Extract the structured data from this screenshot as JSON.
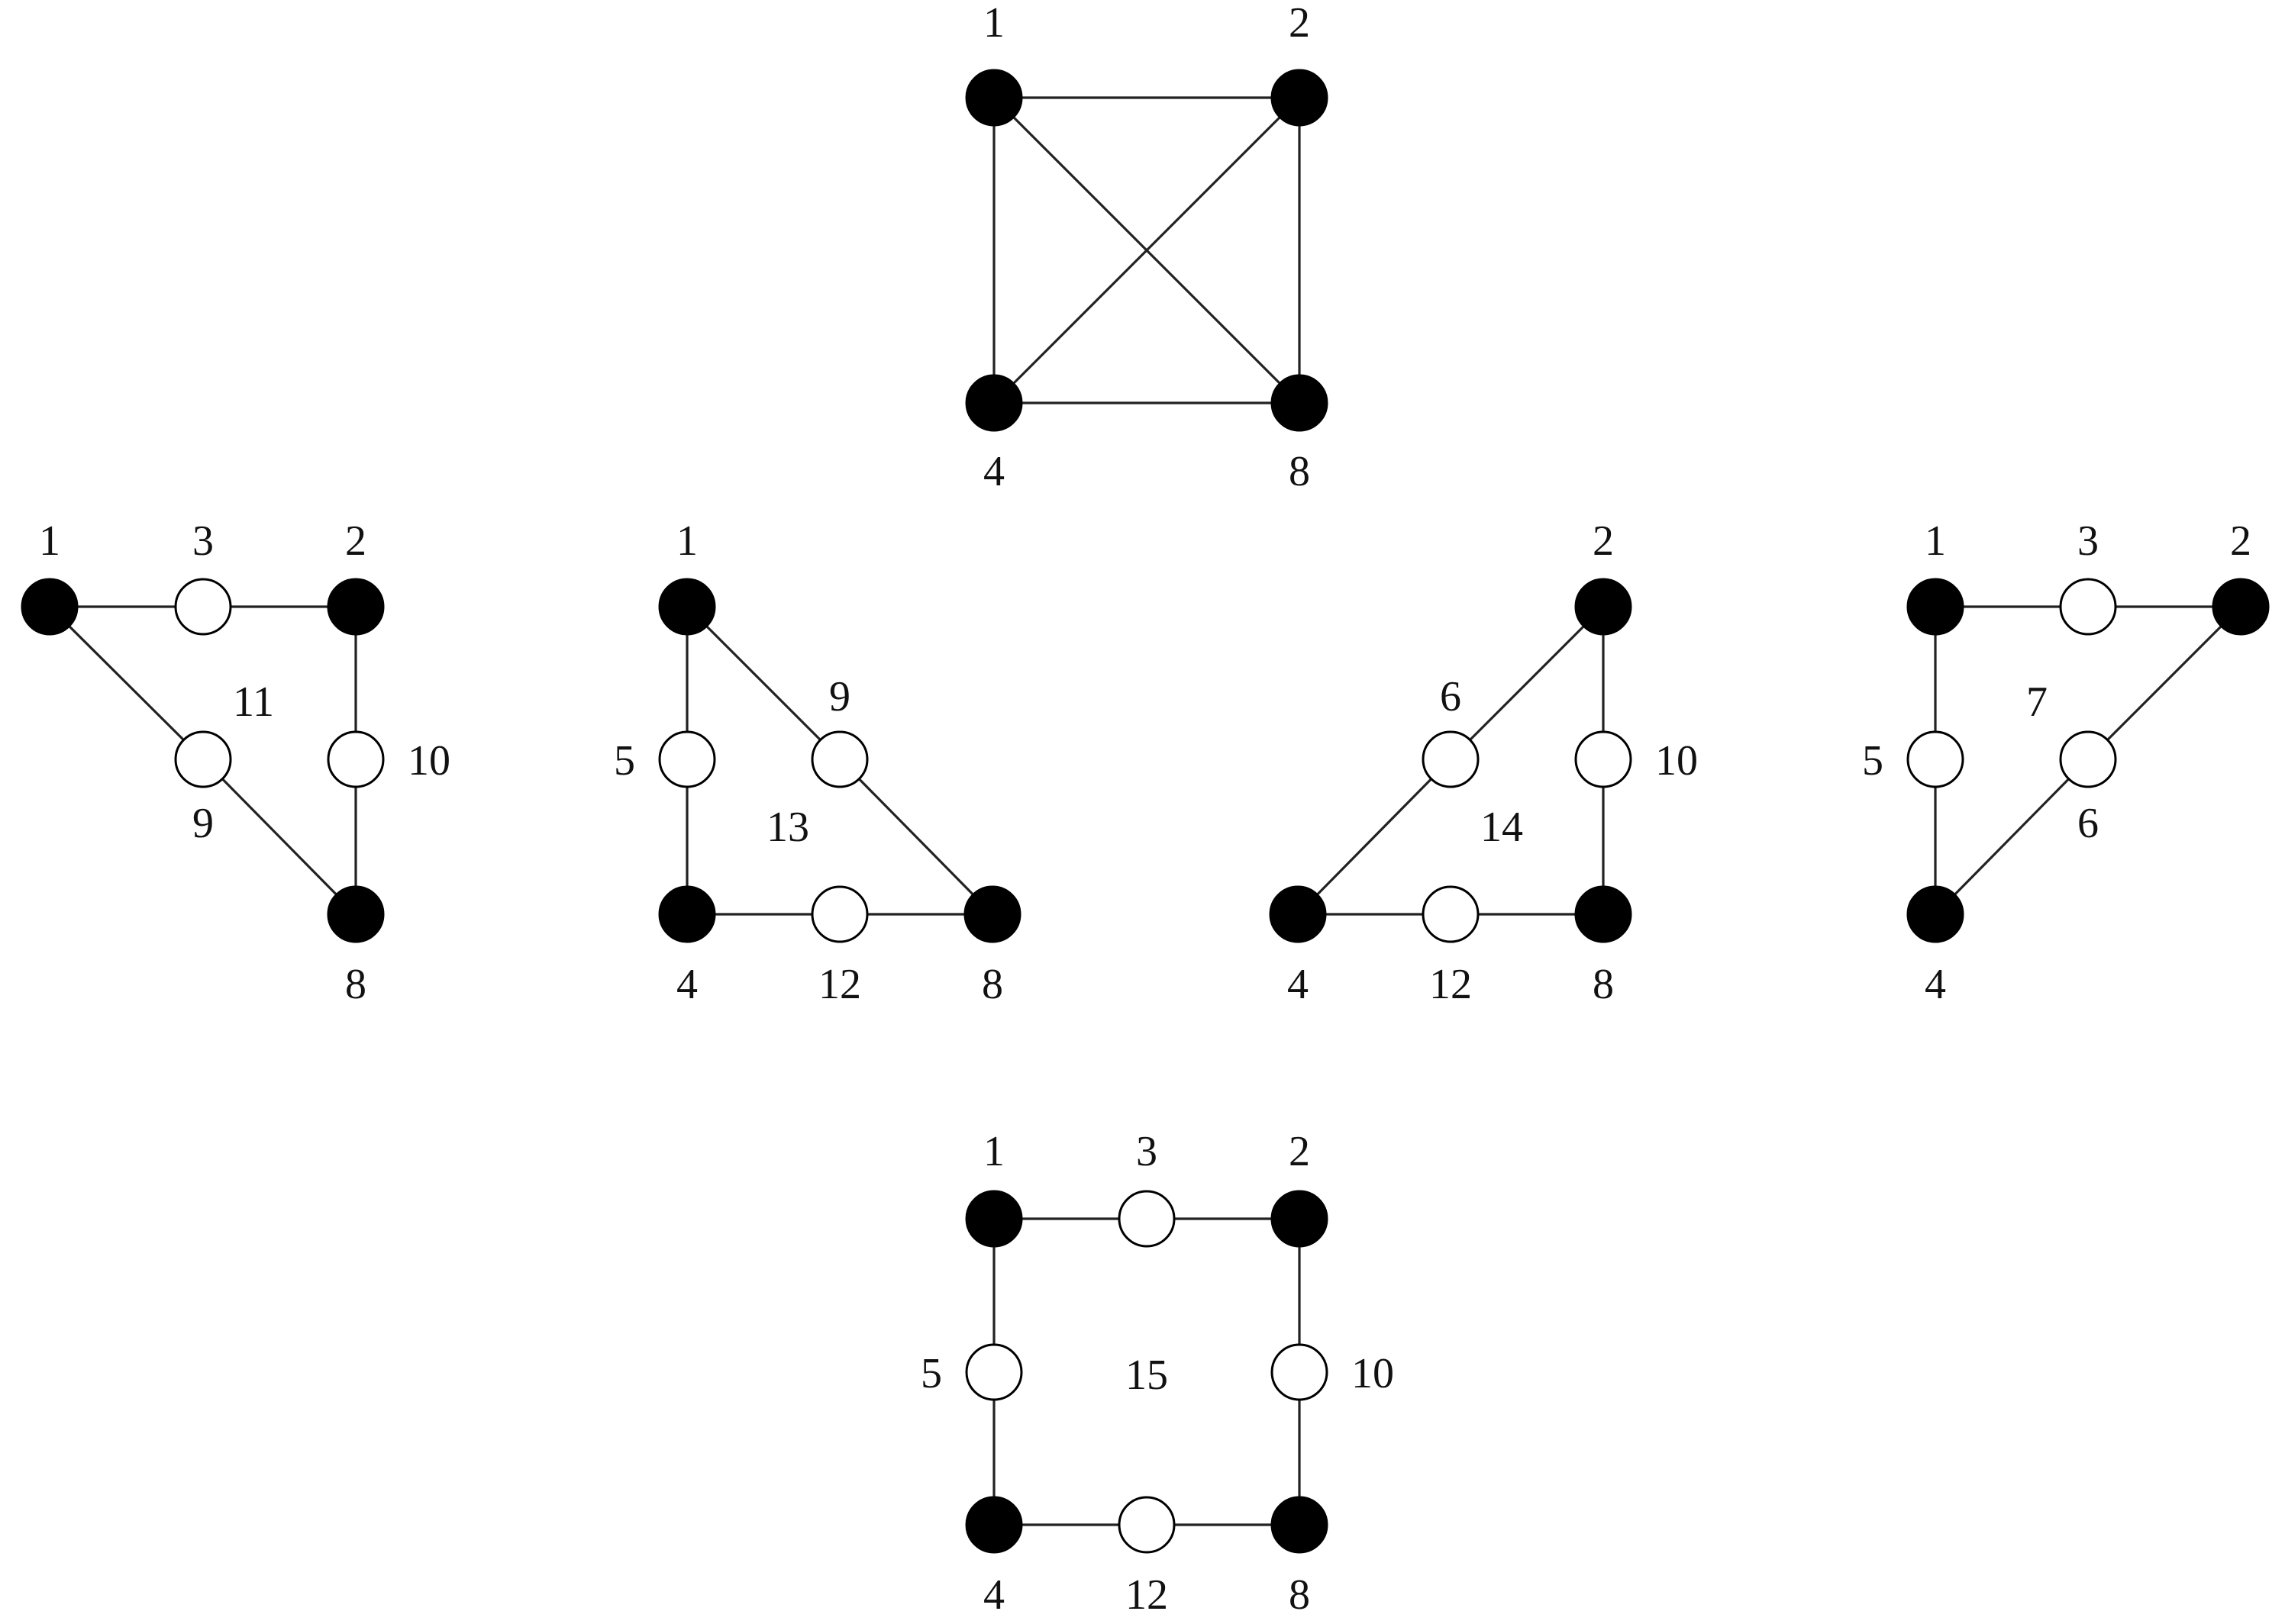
{
  "colors": {
    "edge": "#222222",
    "filled": "#000000",
    "hollow": "#ffffff",
    "text": "#111111"
  },
  "graphs": [
    {
      "name": "k4",
      "nodes": [
        {
          "id": "1",
          "label": "1",
          "filled": true
        },
        {
          "id": "2",
          "label": "2",
          "filled": true
        },
        {
          "id": "4",
          "label": "4",
          "filled": true
        },
        {
          "id": "8",
          "label": "8",
          "filled": true
        }
      ],
      "edges": [
        [
          "1",
          "2"
        ],
        [
          "1",
          "4"
        ],
        [
          "2",
          "8"
        ],
        [
          "4",
          "8"
        ],
        [
          "1",
          "8"
        ],
        [
          "2",
          "4"
        ]
      ],
      "face_labels": []
    },
    {
      "name": "triangle-1-2-8",
      "nodes": [
        {
          "id": "1",
          "label": "1",
          "filled": true
        },
        {
          "id": "3",
          "label": "3",
          "filled": false
        },
        {
          "id": "2",
          "label": "2",
          "filled": true
        },
        {
          "id": "9",
          "label": "9",
          "filled": false
        },
        {
          "id": "10",
          "label": "10",
          "filled": false
        },
        {
          "id": "8",
          "label": "8",
          "filled": true
        }
      ],
      "edges": [
        [
          "1",
          "3"
        ],
        [
          "3",
          "2"
        ],
        [
          "2",
          "10"
        ],
        [
          "10",
          "8"
        ],
        [
          "1",
          "9"
        ],
        [
          "9",
          "8"
        ]
      ],
      "face_labels": [
        "11"
      ]
    },
    {
      "name": "triangle-1-4-8",
      "nodes": [
        {
          "id": "1",
          "label": "1",
          "filled": true
        },
        {
          "id": "5",
          "label": "5",
          "filled": false
        },
        {
          "id": "9",
          "label": "9",
          "filled": false
        },
        {
          "id": "4",
          "label": "4",
          "filled": true
        },
        {
          "id": "12",
          "label": "12",
          "filled": false
        },
        {
          "id": "8",
          "label": "8",
          "filled": true
        }
      ],
      "edges": [
        [
          "1",
          "5"
        ],
        [
          "5",
          "4"
        ],
        [
          "4",
          "12"
        ],
        [
          "12",
          "8"
        ],
        [
          "1",
          "9"
        ],
        [
          "9",
          "8"
        ]
      ],
      "face_labels": [
        "13"
      ]
    },
    {
      "name": "triangle-2-4-8",
      "nodes": [
        {
          "id": "2",
          "label": "2",
          "filled": true
        },
        {
          "id": "6",
          "label": "6",
          "filled": false
        },
        {
          "id": "10",
          "label": "10",
          "filled": false
        },
        {
          "id": "4",
          "label": "4",
          "filled": true
        },
        {
          "id": "12",
          "label": "12",
          "filled": false
        },
        {
          "id": "8",
          "label": "8",
          "filled": true
        }
      ],
      "edges": [
        [
          "2",
          "6"
        ],
        [
          "6",
          "4"
        ],
        [
          "2",
          "10"
        ],
        [
          "10",
          "8"
        ],
        [
          "4",
          "12"
        ],
        [
          "12",
          "8"
        ]
      ],
      "face_labels": [
        "14"
      ]
    },
    {
      "name": "triangle-1-2-4",
      "nodes": [
        {
          "id": "1",
          "label": "1",
          "filled": true
        },
        {
          "id": "3",
          "label": "3",
          "filled": false
        },
        {
          "id": "2",
          "label": "2",
          "filled": true
        },
        {
          "id": "5",
          "label": "5",
          "filled": false
        },
        {
          "id": "6",
          "label": "6",
          "filled": false
        },
        {
          "id": "4",
          "label": "4",
          "filled": true
        }
      ],
      "edges": [
        [
          "1",
          "3"
        ],
        [
          "3",
          "2"
        ],
        [
          "1",
          "5"
        ],
        [
          "5",
          "4"
        ],
        [
          "2",
          "6"
        ],
        [
          "6",
          "4"
        ]
      ],
      "face_labels": [
        "7"
      ]
    },
    {
      "name": "square-1-2-4-8",
      "nodes": [
        {
          "id": "1",
          "label": "1",
          "filled": true
        },
        {
          "id": "3",
          "label": "3",
          "filled": false
        },
        {
          "id": "2",
          "label": "2",
          "filled": true
        },
        {
          "id": "5",
          "label": "5",
          "filled": false
        },
        {
          "id": "10",
          "label": "10",
          "filled": false
        },
        {
          "id": "4",
          "label": "4",
          "filled": true
        },
        {
          "id": "12",
          "label": "12",
          "filled": false
        },
        {
          "id": "8",
          "label": "8",
          "filled": true
        }
      ],
      "edges": [
        [
          "1",
          "3"
        ],
        [
          "3",
          "2"
        ],
        [
          "2",
          "10"
        ],
        [
          "10",
          "8"
        ],
        [
          "1",
          "5"
        ],
        [
          "5",
          "4"
        ],
        [
          "4",
          "12"
        ],
        [
          "12",
          "8"
        ]
      ],
      "face_labels": [
        "15"
      ]
    }
  ]
}
